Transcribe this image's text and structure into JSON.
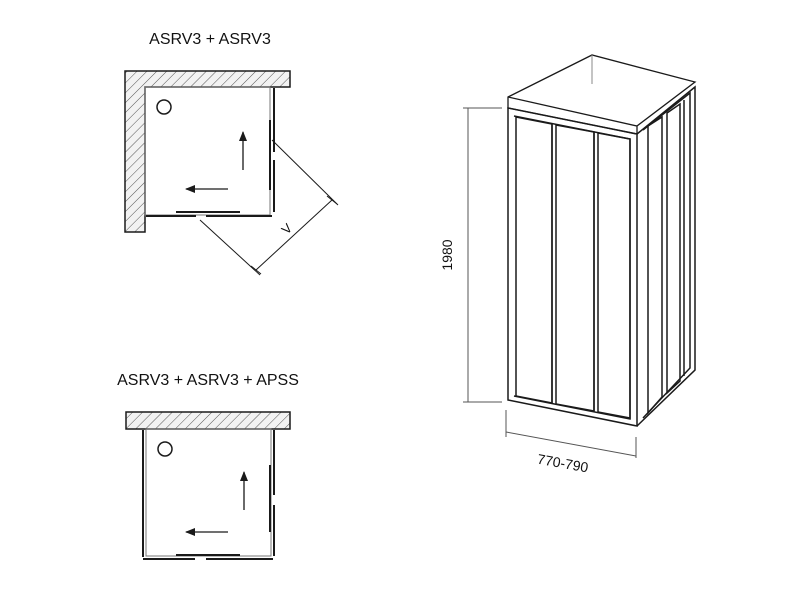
{
  "diagram": {
    "top_plan": {
      "title": "ASRV3 + ASRV3",
      "dimension_label": "V"
    },
    "bottom_plan": {
      "title": "ASRV3 + ASRV3 + APSS"
    },
    "elevation": {
      "height_label": "1980",
      "width_label": "770-790"
    }
  },
  "colors": {
    "line": "#1a1a1a",
    "hatch_fill": "#f2f2f2",
    "gray_line": "#777777"
  }
}
